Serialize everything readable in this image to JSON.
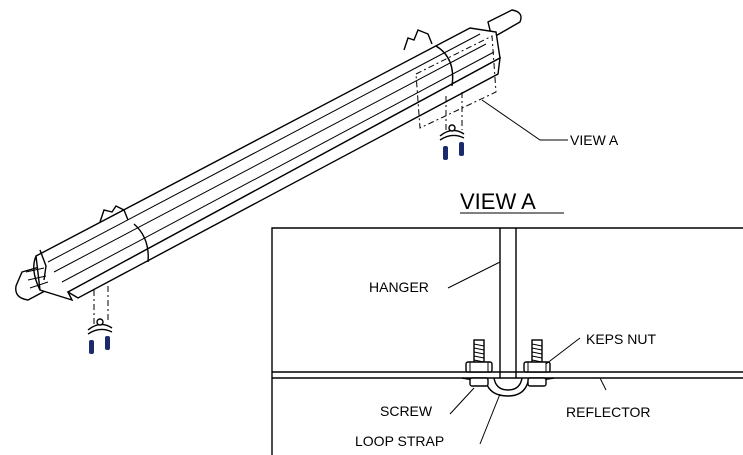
{
  "labels": {
    "view_a_callout": "VIEW A",
    "view_a_title": "VIEW A",
    "hanger": "HANGER",
    "keps_nut": "KEPS NUT",
    "screw": "SCREW",
    "reflector": "REFLECTOR",
    "loop_strap": "LOOP STRAP"
  },
  "colors": {
    "line": "#000000",
    "screw": "#1a2a6c",
    "background": "#ffffff"
  }
}
